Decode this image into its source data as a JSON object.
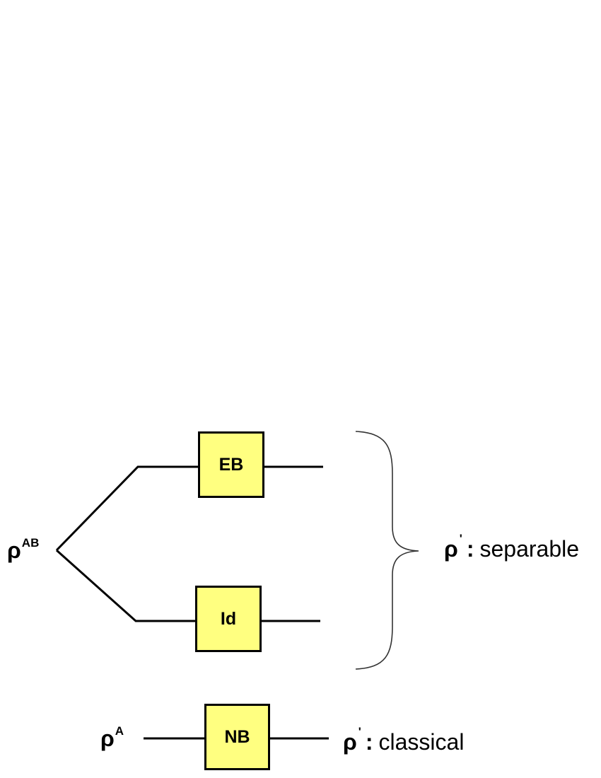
{
  "top_circuit": {
    "input_symbol": "ρ",
    "input_superscript": "AB",
    "upper_box_label": "EB",
    "lower_box_label": "Id",
    "output_symbol": "ρ",
    "output_prime": "'",
    "output_colon": ":",
    "output_description": "separable"
  },
  "bottom_circuit": {
    "input_symbol": "ρ",
    "input_superscript": "A",
    "box_label": "NB",
    "output_symbol": "ρ",
    "output_prime": "'",
    "output_colon": ":",
    "output_description": "classical"
  },
  "colors": {
    "box_fill": "#ffff80",
    "line": "#000000",
    "brace": "#333333"
  }
}
